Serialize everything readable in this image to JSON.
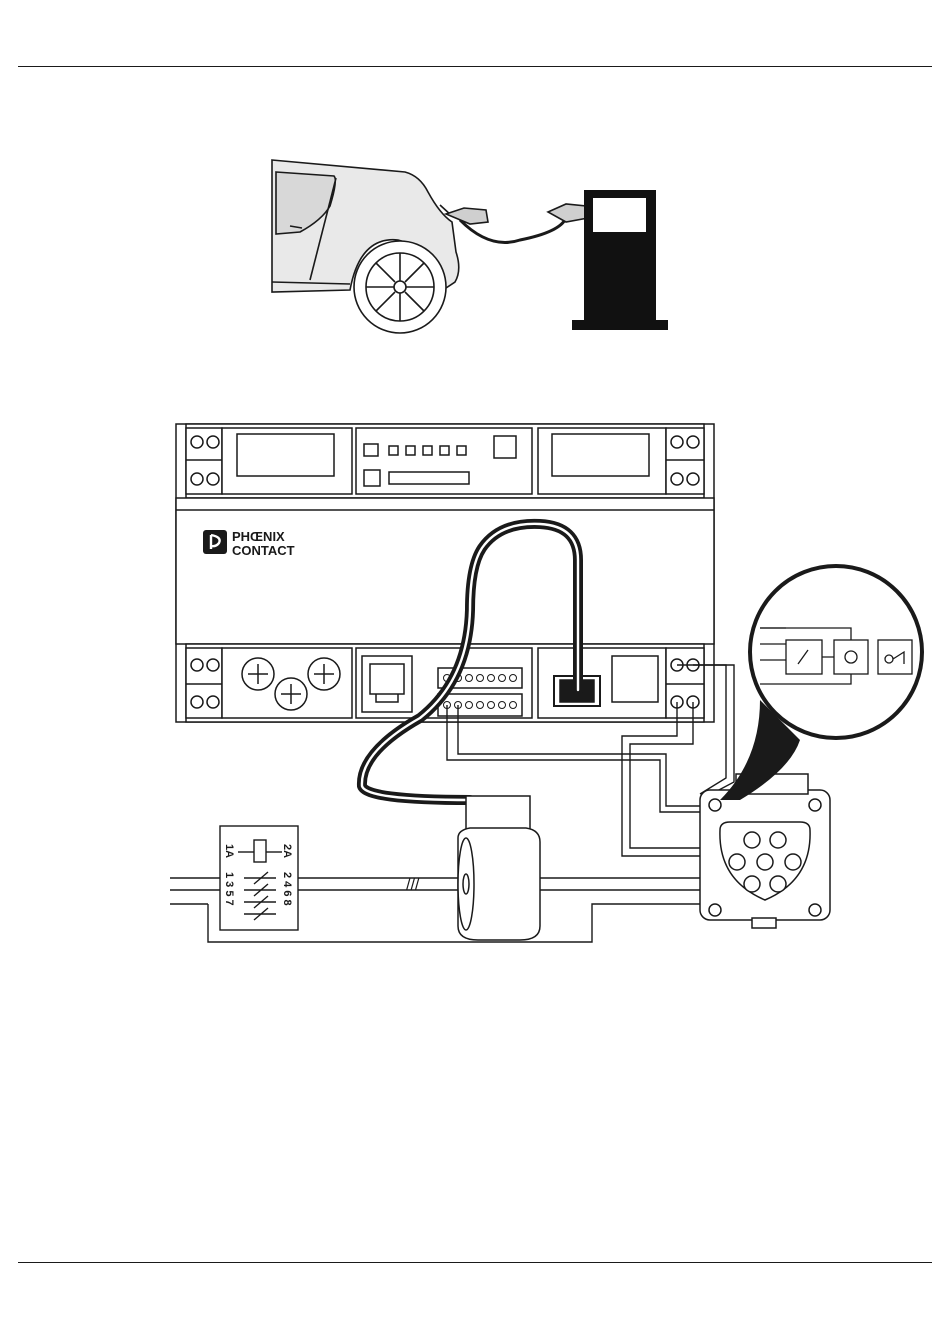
{
  "figure_top": {
    "items": [
      "electric-car",
      "charging-cable",
      "charging-station"
    ]
  },
  "controller": {
    "brand_line1": "PHŒNIX",
    "brand_line2": "CONTACT"
  },
  "contactor": {
    "coil_left": "1A",
    "coil_right": "2A",
    "terminals_left": "1 3 5 7",
    "terminals_right": "2 4 6 8"
  },
  "conductor_mark": "///",
  "colors": {
    "ink": "#1a1a1a",
    "body_fill": "#ffffff",
    "car_tint": "#d8d8d8",
    "station": "#111111"
  },
  "icons": [
    "switch-symbol-icon",
    "meter-symbol-icon",
    "lock-actuator-icon"
  ]
}
